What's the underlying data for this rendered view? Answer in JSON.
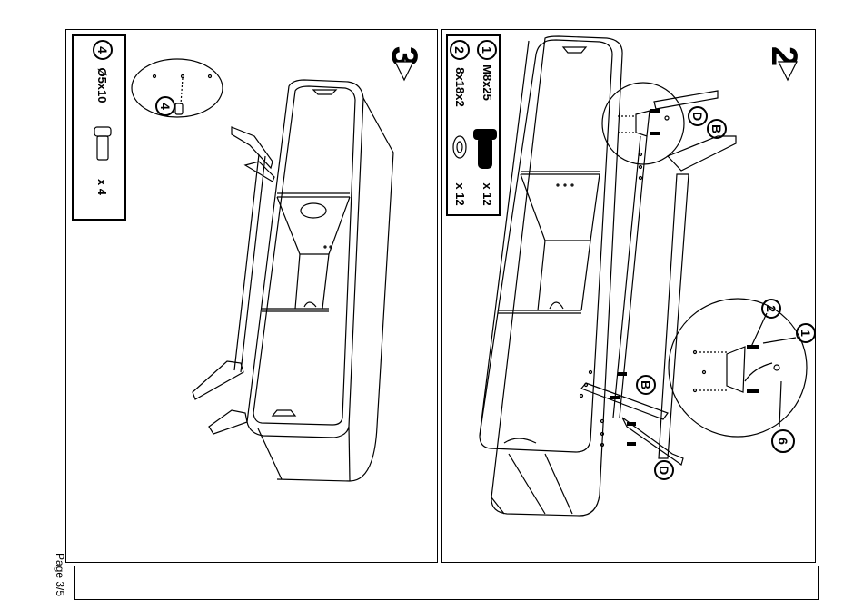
{
  "page": {
    "label": "Page 3/5"
  },
  "step3": {
    "number": "3",
    "parts": [
      {
        "id": "4",
        "name": "Ø5x10",
        "qty": "x 4"
      }
    ],
    "callout_part": "4"
  },
  "step2": {
    "number": "2",
    "parts": [
      {
        "id": "1",
        "name": "M8x25",
        "qty": "x 12"
      },
      {
        "id": "2",
        "name": "8x18x2",
        "qty": "x 12"
      }
    ],
    "callouts": {
      "d_top": "D",
      "b_top": "B",
      "b_bottom": "B",
      "d_bottom": "D",
      "part2": "2",
      "part1": "1",
      "part6": "6"
    }
  }
}
